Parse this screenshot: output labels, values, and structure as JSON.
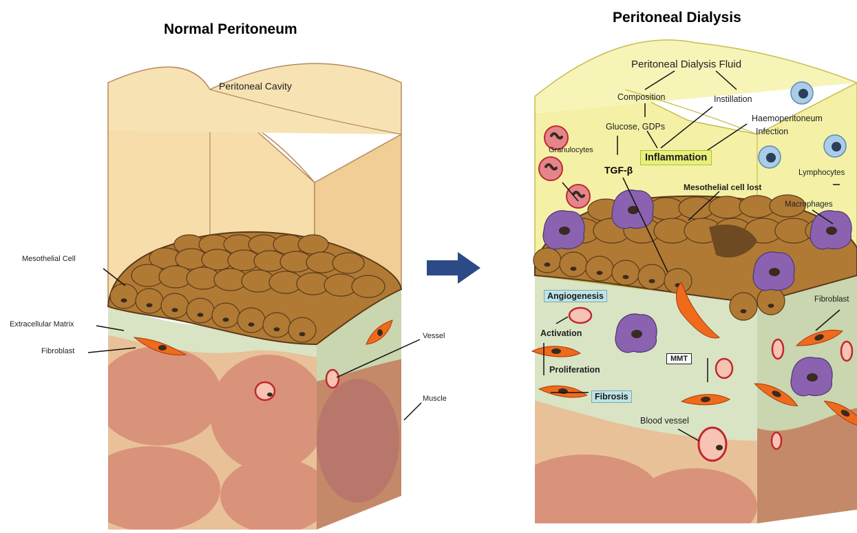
{
  "left_panel": {
    "title": "Normal Peritoneum",
    "labels": {
      "cavity": "Peritoneal Cavity",
      "mesothelial": "Mesothelial Cell",
      "ecm": "Extracellular Matrix",
      "fibroblast": "Fibroblast",
      "vessel": "Vessel",
      "muscle": "Muscle"
    }
  },
  "right_panel": {
    "title": "Peritoneal Dialysis",
    "labels": {
      "fluid": "Peritoneal Dialysis Fluid",
      "composition": "Composition",
      "instillation": "Instillation",
      "glucose": "Glucose, GDPs",
      "haemo_line1": "Haemoperitoneum",
      "haemo_line2": "Infection",
      "granulocytes": "Granulocytes",
      "inflammation": "Inflammation",
      "tgf": "TGF-β",
      "lymphocytes": "Lymphocytes",
      "meso_lost": "Mesothelial cell lost",
      "macrophages": "Macrophages",
      "angiogenesis": "Angiogenesis",
      "fibroblast": "Fibroblast",
      "activation": "Activation",
      "mmt": "MMT",
      "proliferation": "Proliferation",
      "fibrosis": "Fibrosis",
      "blood_vessel": "Blood vessel"
    }
  },
  "colors": {
    "cavity_fill": "#f5d9a0",
    "cavity_edge": "#b58a5c",
    "pd_fluid": "#f4f1a6",
    "ecm": "#d9e4c4",
    "muscle": "#d9937a",
    "mesothelial": "#b07a35",
    "nucleus": "#3a2a20",
    "fibroblast": "#f06a1c",
    "macrophage": "#8a62b0",
    "lymphocyte": "#a9cde8",
    "granulocyte": "#e3858a",
    "arrow": "#2b4a86"
  }
}
